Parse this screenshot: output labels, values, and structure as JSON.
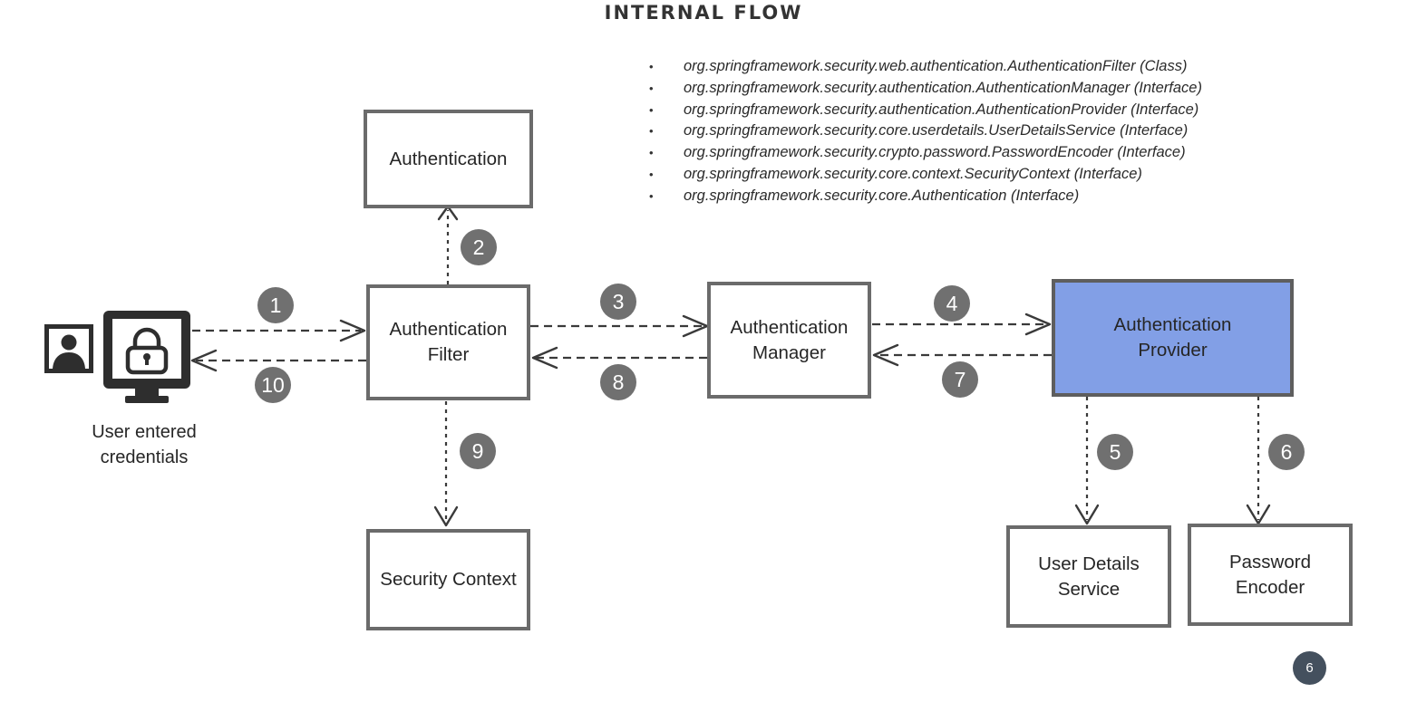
{
  "title": "INTERNAL FLOW",
  "classes": [
    "org.springframework.security.web.authentication.AuthenticationFilter (Class)",
    "org.springframework.security.authentication.AuthenticationManager (Interface)",
    "org.springframework.security.authentication.AuthenticationProvider (Interface)",
    "org.springframework.security.core.userdetails.UserDetailsService (Interface)",
    "org.springframework.security.crypto.password.PasswordEncoder (Interface)",
    "org.springframework.security.core.context.SecurityContext (Interface)",
    "org.springframework.security.core.Authentication (Interface)"
  ],
  "boxes": {
    "authentication": "Authentication",
    "filter": "Authentication\nFilter",
    "manager": "Authentication\nManager",
    "provider": "Authentication\nProvider",
    "security_context": "Security Context",
    "user_details_service": "User Details\nService",
    "password_encoder": "Password\nEncoder"
  },
  "user_caption": "User entered\ncredentials",
  "steps": [
    "1",
    "2",
    "3",
    "4",
    "5",
    "6",
    "7",
    "8",
    "9",
    "10"
  ],
  "page_number": "6",
  "colors": {
    "provider_fill": "#829fe6",
    "box_border": "#6b6b6b",
    "badge": "#707070",
    "arrow": "#3a3a3a",
    "page_badge": "#44505e"
  },
  "icons": [
    "person-silhouette-icon",
    "monitor-lock-icon"
  ]
}
